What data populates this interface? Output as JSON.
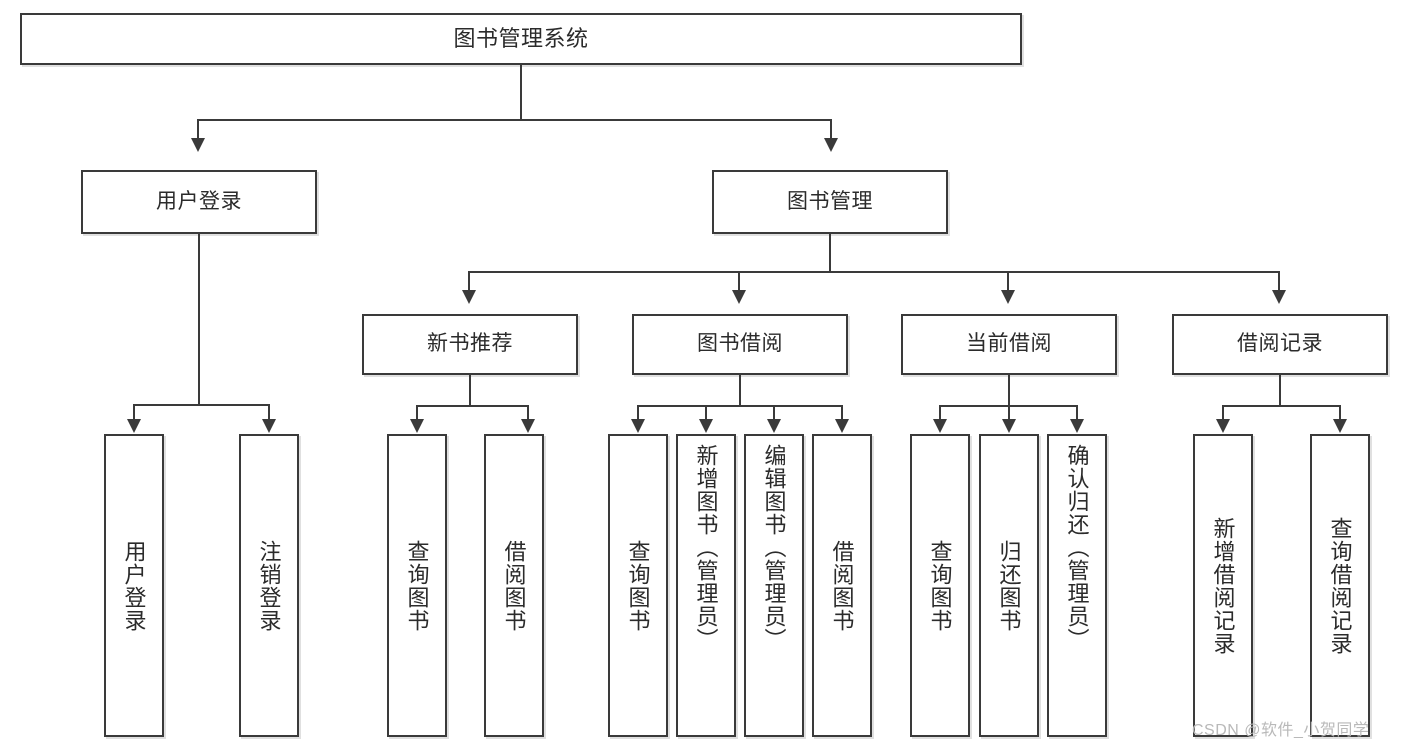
{
  "diagram": {
    "type": "tree-hierarchy",
    "title": "图书管理系统",
    "root": {
      "id": "root",
      "label": "图书管理系统",
      "orientation": "horizontal"
    },
    "level2": [
      {
        "id": "user-login",
        "label": "用户登录",
        "orientation": "horizontal"
      },
      {
        "id": "book-management",
        "label": "图书管理",
        "orientation": "horizontal"
      }
    ],
    "level3": [
      {
        "id": "new-book-recommend",
        "label": "新书推荐",
        "orientation": "horizontal",
        "parent": "book-management"
      },
      {
        "id": "book-borrow",
        "label": "图书借阅",
        "orientation": "horizontal",
        "parent": "book-management"
      },
      {
        "id": "current-borrow",
        "label": "当前借阅",
        "orientation": "horizontal",
        "parent": "book-management"
      },
      {
        "id": "borrow-record",
        "label": "借阅记录",
        "orientation": "horizontal",
        "parent": "book-management"
      }
    ],
    "leaves": [
      {
        "id": "leaf-user-login",
        "label": "用户登录",
        "parent": "user-login",
        "orientation": "vertical"
      },
      {
        "id": "leaf-user-logout",
        "label": "注销登录",
        "parent": "user-login",
        "orientation": "vertical"
      },
      {
        "id": "leaf-query-book-1",
        "label": "查询图书",
        "parent": "new-book-recommend",
        "orientation": "vertical"
      },
      {
        "id": "leaf-borrow-book-1",
        "label": "借阅图书",
        "parent": "new-book-recommend",
        "orientation": "vertical"
      },
      {
        "id": "leaf-query-book-2",
        "label": "查询图书",
        "parent": "book-borrow",
        "orientation": "vertical"
      },
      {
        "id": "leaf-add-book",
        "label": "新增图书（管理员）",
        "parent": "book-borrow",
        "orientation": "vertical"
      },
      {
        "id": "leaf-edit-book",
        "label": "编辑图书（管理员）",
        "parent": "book-borrow",
        "orientation": "vertical"
      },
      {
        "id": "leaf-borrow-book-2",
        "label": "借阅图书",
        "parent": "book-borrow",
        "orientation": "vertical"
      },
      {
        "id": "leaf-query-book-3",
        "label": "查询图书",
        "parent": "current-borrow",
        "orientation": "vertical"
      },
      {
        "id": "leaf-return-book",
        "label": "归还图书",
        "parent": "current-borrow",
        "orientation": "vertical"
      },
      {
        "id": "leaf-confirm-return",
        "label": "确认归还（管理员）",
        "parent": "current-borrow",
        "orientation": "vertical"
      },
      {
        "id": "leaf-add-record",
        "label": "新增借阅记录",
        "parent": "borrow-record",
        "orientation": "vertical"
      },
      {
        "id": "leaf-query-record",
        "label": "查询借阅记录",
        "parent": "borrow-record",
        "orientation": "vertical"
      }
    ],
    "colors": {
      "stroke": "#3a3a3a",
      "fill": "#ffffff",
      "text": "#2b2b2b",
      "watermark": "#b9b9b9"
    }
  },
  "watermark": {
    "text": "CSDN @软件_小贺同学"
  }
}
